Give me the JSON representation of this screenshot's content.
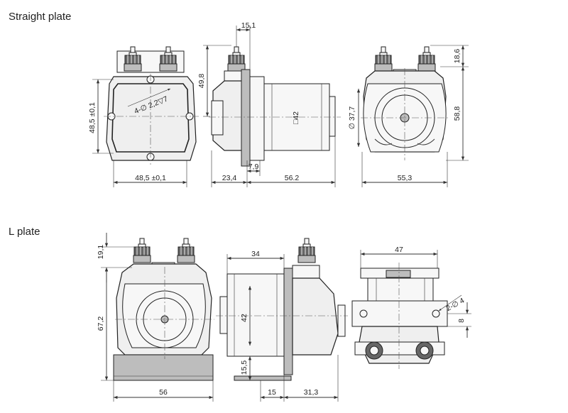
{
  "sections": {
    "straight_title": "Straight plate",
    "l_title": "L plate"
  },
  "dims_straight": {
    "d1": "15,1",
    "d2": "49,8",
    "d3": "18,6",
    "d4": "48,5 ±0,1",
    "d5": "4-∅ 2,2▽7",
    "d6": "□42",
    "d7": "∅ 37,7",
    "d8": "58,8",
    "d9": "48,5 ±0,1",
    "d10": "23,4",
    "d11": "7,9",
    "d12": "56.2",
    "d13": "55,3"
  },
  "dims_l": {
    "d1": "19,1",
    "d2": "67,2",
    "d3": "56",
    "d4": "34",
    "d5": "42",
    "d6": "15,5",
    "d7": "15",
    "d8": "31,3",
    "d9": "47",
    "d10": "2-∅ 4",
    "d11": "8"
  }
}
